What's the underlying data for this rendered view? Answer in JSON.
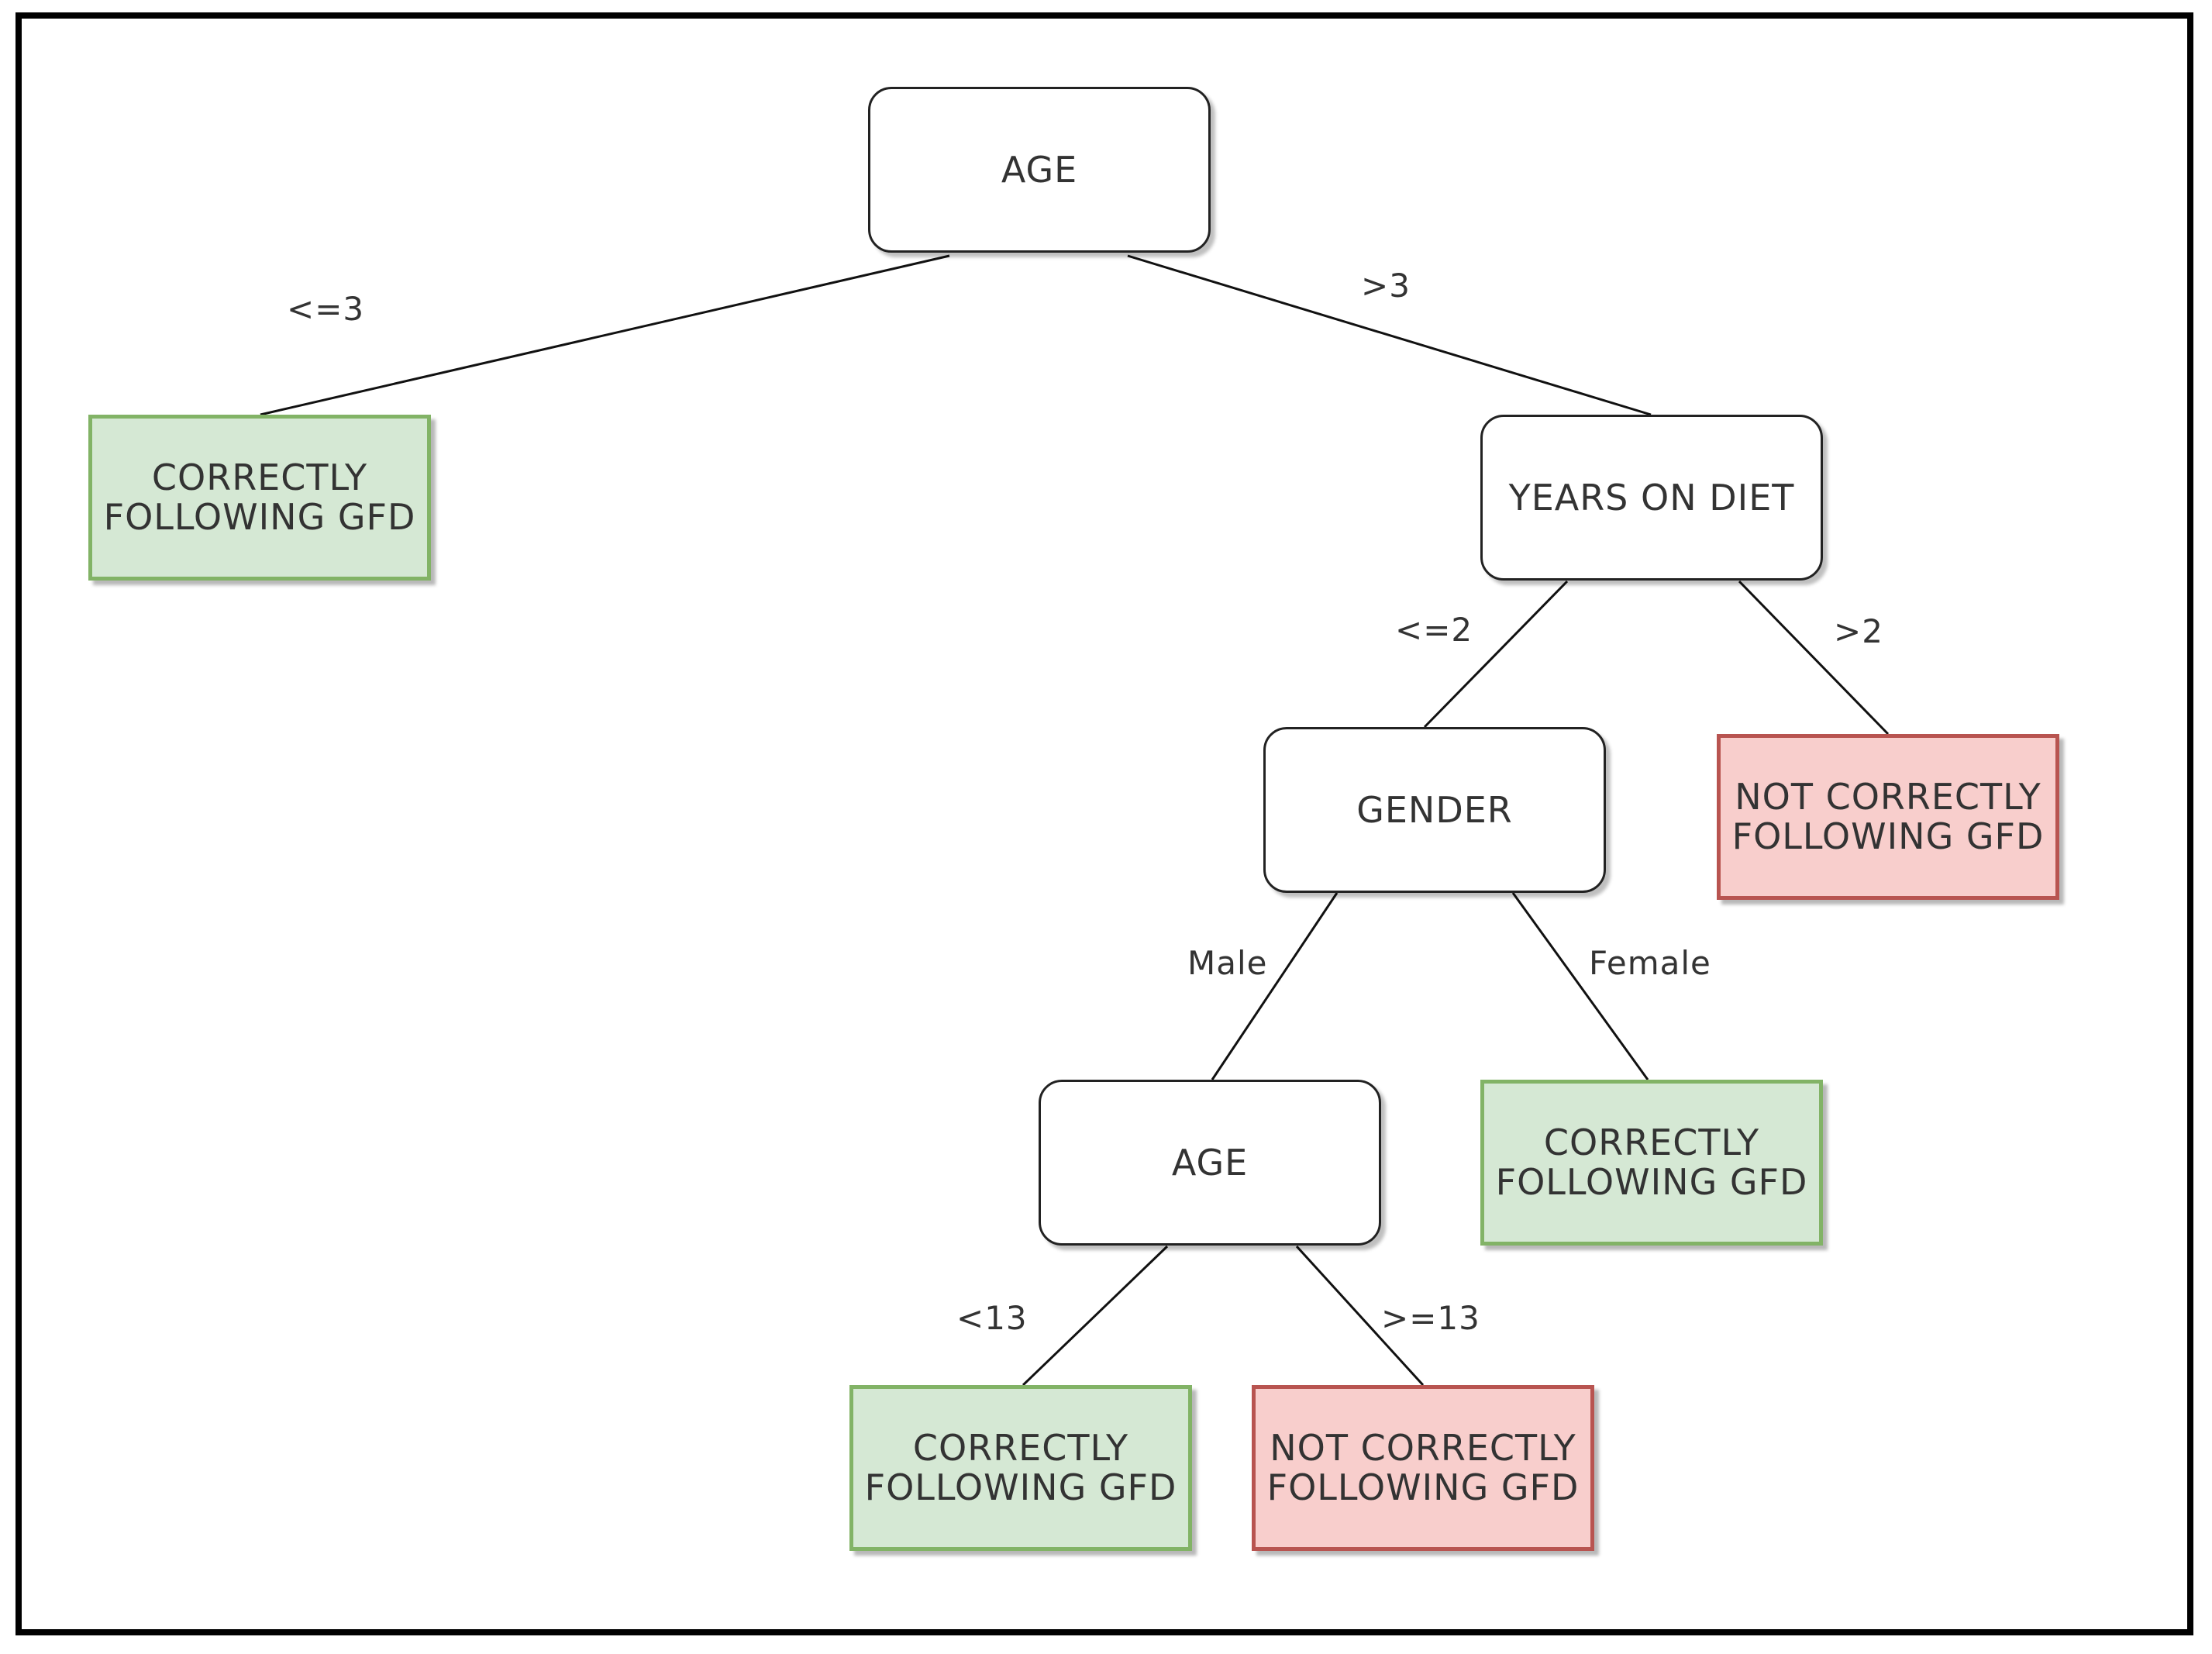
{
  "nodes": {
    "root": {
      "label": "AGE"
    },
    "leaf1": {
      "label": "CORRECTLY\nFOLLOWING GFD",
      "status": "correct"
    },
    "years": {
      "label": "YEARS ON DIET"
    },
    "gender": {
      "label": "GENDER"
    },
    "leaf2": {
      "label": "NOT CORRECTLY\nFOLLOWING GFD",
      "status": "not-correct"
    },
    "age2": {
      "label": "AGE"
    },
    "leaf3": {
      "label": "CORRECTLY\nFOLLOWING GFD",
      "status": "correct"
    },
    "leaf4": {
      "label": "CORRECTLY\nFOLLOWING GFD",
      "status": "correct"
    },
    "leaf5": {
      "label": "NOT CORRECTLY\nFOLLOWING GFD",
      "status": "not-correct"
    }
  },
  "edges": [
    {
      "from": "root",
      "to": "leaf1",
      "label": "<=3"
    },
    {
      "from": "root",
      "to": "years",
      "label": ">3"
    },
    {
      "from": "years",
      "to": "gender",
      "label": "<=2"
    },
    {
      "from": "years",
      "to": "leaf2",
      "label": ">2"
    },
    {
      "from": "gender",
      "to": "age2",
      "label": "Male"
    },
    {
      "from": "gender",
      "to": "leaf3",
      "label": "Female"
    },
    {
      "from": "age2",
      "to": "leaf4",
      "label": "<13"
    },
    {
      "from": "age2",
      "to": "leaf5",
      "label": ">=13"
    }
  ],
  "colors": {
    "correct_fill": "#d5e8d4",
    "correct_border": "#82b366",
    "not_correct_fill": "#f8cecc",
    "not_correct_border": "#b85450"
  }
}
